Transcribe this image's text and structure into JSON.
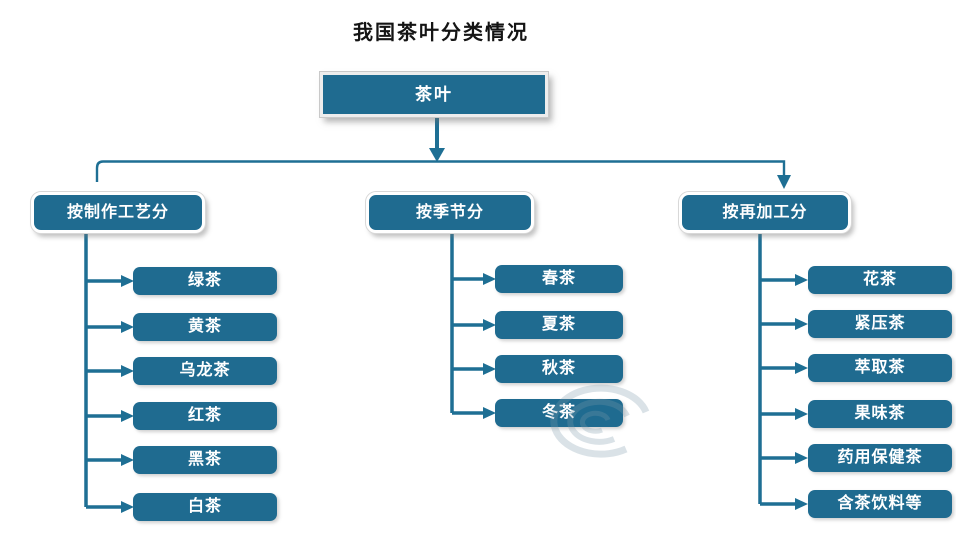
{
  "title": "我国茶叶分类情况",
  "colors": {
    "node_fill": "#1f6b90",
    "connector": "#1e6f94",
    "node_text": "#ffffff",
    "title_text": "#141414"
  },
  "tree": {
    "root": "茶叶",
    "branches": [
      {
        "label": "按制作工艺分",
        "children": [
          "绿茶",
          "黄茶",
          "乌龙茶",
          "红茶",
          "黑茶",
          "白茶"
        ]
      },
      {
        "label": "按季节分",
        "children": [
          "春茶",
          "夏茶",
          "秋茶",
          "冬茶"
        ]
      },
      {
        "label": "按再加工分",
        "children": [
          "花茶",
          "紧压茶",
          "萃取茶",
          "果味茶",
          "药用保健茶",
          "含茶饮料等"
        ]
      }
    ]
  }
}
